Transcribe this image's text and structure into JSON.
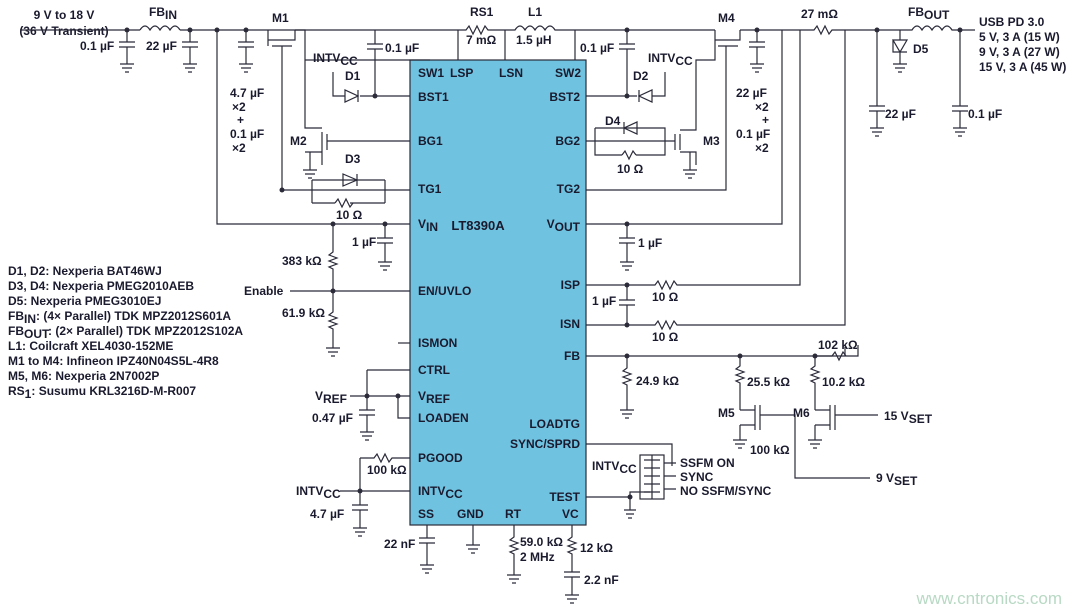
{
  "ic": {
    "name": "LT8390A",
    "pins_top": [
      "SW1",
      "LSP",
      "LSN",
      "SW2"
    ],
    "pins_left": [
      "BST1",
      "BG1",
      "TG1",
      "VIN",
      "EN/UVLO",
      "ISMON",
      "CTRL",
      "VREF",
      "LOADEN",
      "PGOOD",
      "INTVCC"
    ],
    "pins_right": [
      "BST2",
      "BG2",
      "TG2",
      "VOUT",
      "ISP",
      "ISN",
      "FB",
      "LOADTG",
      "SYNC/SPRD",
      "TEST"
    ],
    "pins_bottom": [
      "SS",
      "GND",
      "RT",
      "VC"
    ]
  },
  "input": {
    "line1": "9 V to 18 V",
    "line2": "(36 V Transient)"
  },
  "output": {
    "line1": "USB PD 3.0",
    "line2": "5 V, 3 A (15 W)",
    "line3": "9 V, 3 A (27 W)",
    "line4": "15 V, 3 A (45 W)"
  },
  "components": {
    "fb_in": "FB",
    "fb_in_sub": "IN",
    "fb_out": "FB",
    "fb_out_sub": "OUT",
    "rs1": "RS1",
    "rs1_val": "7 mΩ",
    "l1": "L1",
    "l1_val": "1.5 µH",
    "m1": "M1",
    "m2": "M2",
    "m3": "M3",
    "m4": "M4",
    "m5": "M5",
    "m6": "M6",
    "d1": "D1",
    "d2": "D2",
    "d3": "D3",
    "d4": "D4",
    "d5": "D5",
    "c_in1": "0.1 µF",
    "c_in2": "22 µF",
    "c_in_bulk1": "4.7 µF",
    "c_in_bulk2": "×2",
    "c_in_bulk3": "+",
    "c_in_bulk4": "0.1 µF",
    "c_in_bulk5": "×2",
    "c_bst1": "0.1 µF",
    "c_bst2": "0.1 µF",
    "intvcc1": "INTV",
    "intvcc1_sub": "CC",
    "intvcc2": "INTV",
    "intvcc2_sub": "CC",
    "c_out_bulk1": "22 µF",
    "c_out_bulk2": "×2",
    "c_out_bulk3": "+",
    "c_out_bulk4": "0.1 µF",
    "c_out_bulk5": "×2",
    "r_sense_out": "27 mΩ",
    "c_usb1": "22 µF",
    "c_usb2": "0.1 µF",
    "r_tg1": "10 Ω",
    "r_tg2": "10 Ω",
    "c_vin": "1 µF",
    "c_vout": "1 µF",
    "r_en_top": "383 kΩ",
    "r_en_bot": "61.9 kΩ",
    "enable": "Enable",
    "r_isp": "10 Ω",
    "r_isn": "10 Ω",
    "c_is": "1 µF",
    "r_fb_gnd": "24.9 kΩ",
    "r_102": "102 kΩ",
    "r_255": "25.5 kΩ",
    "r_102b": "10.2 kΩ",
    "r_100k": "100 kΩ",
    "v15set": "15 V",
    "v15set_sub": "SET",
    "v9set": "9 V",
    "v9set_sub": "SET",
    "vref": "V",
    "vref_sub": "REF",
    "c_vref": "0.47 µF",
    "r_pgood": "100 kΩ",
    "intvcc3": "INTV",
    "intvcc3_sub": "CC",
    "c_intvcc": "4.7 µF",
    "intvcc4": "INTV",
    "intvcc4_sub": "CC",
    "ssfm_on": "SSFM ON",
    "sync": "SYNC",
    "no_ssfm": "NO SSFM/SYNC",
    "c_ss": "22 nF",
    "r_rt": "59.0 kΩ",
    "rt_freq": "2 MHz",
    "r_vc": "12 kΩ",
    "c_vc": "2.2 nF"
  },
  "bom": [
    {
      "text": "D1, D2: Nexperia BAT46WJ"
    },
    {
      "text": "D3, D4: Nexperia PMEG2010AEB"
    },
    {
      "text": "D5: Nexperia PMEG3010EJ"
    },
    {
      "text": "FB",
      "sub": "IN",
      "rest": ": (4× Parallel) TDK MPZ2012S601A"
    },
    {
      "text": "FB",
      "sub": "OUT",
      "rest": ": (2× Parallel) TDK MPZ2012S102A"
    },
    {
      "text": "L1: Coilcraft XEL4030-152ME"
    },
    {
      "text": "M1 to M4: Infineon IPZ40N04S5L-4R8"
    },
    {
      "text": "M5, M6: Nexperia 2N7002P"
    },
    {
      "text": "RS",
      "sub": "1",
      "rest": ": Susumu KRL3216D-M-R007"
    }
  ],
  "watermark": "www.cntronics.com"
}
